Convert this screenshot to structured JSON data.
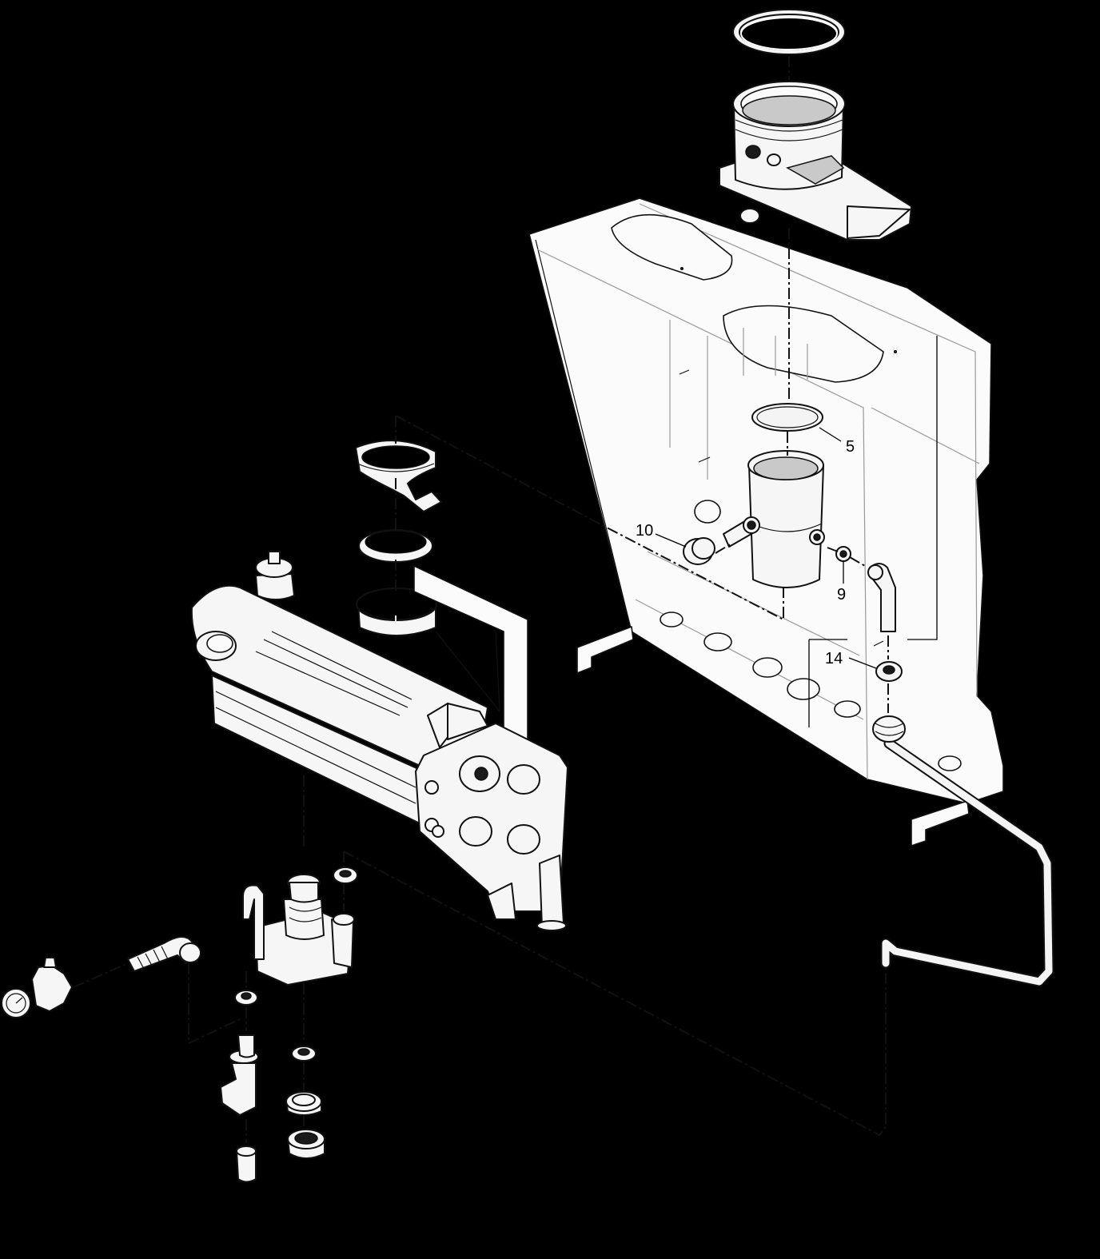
{
  "diagram": {
    "callouts": [
      {
        "id": "5",
        "label": "5"
      },
      {
        "id": "10",
        "label": "10"
      },
      {
        "id": "9",
        "label": "9"
      },
      {
        "id": "14",
        "label": "14"
      }
    ]
  }
}
